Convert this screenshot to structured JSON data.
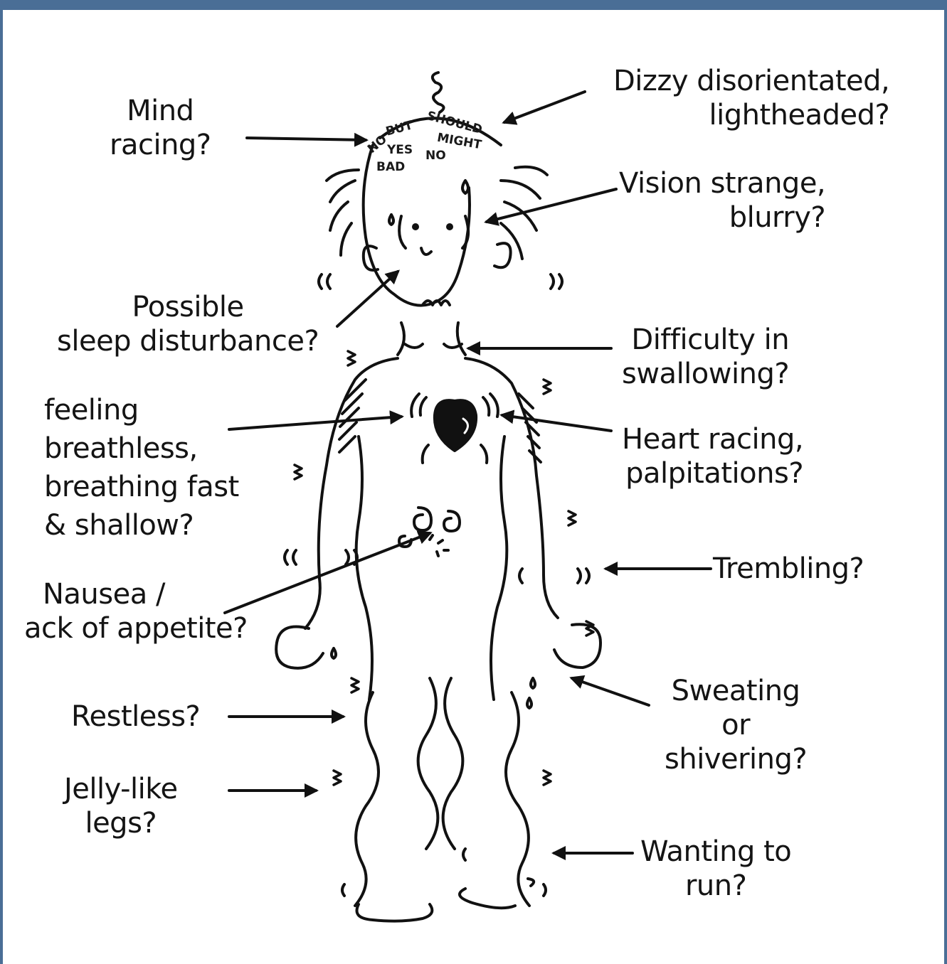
{
  "labels": {
    "mind_racing": [
      "Mind",
      "racing?"
    ],
    "dizzy": [
      "Dizzy disorientated,",
      "lightheaded?"
    ],
    "vision": [
      "Vision strange,",
      "blurry?"
    ],
    "sleep": [
      "Possible",
      "sleep disturbance?"
    ],
    "swallowing": [
      "Difficulty in",
      "swallowing?"
    ],
    "breathless": [
      "feeling",
      "breathless,",
      "breathing fast",
      "& shallow?"
    ],
    "heart": [
      "Heart racing,",
      "palpitations?"
    ],
    "trembling": [
      "Trembling?"
    ],
    "nausea": [
      "Nausea /",
      "ack of appetite?"
    ],
    "sweating": [
      "Sweating",
      "or",
      "shivering?"
    ],
    "restless": [
      "Restless?"
    ],
    "jelly_legs": [
      "Jelly-like",
      "legs?"
    ],
    "run": [
      "Wanting to",
      "run?"
    ]
  },
  "head_words": [
    "NO",
    "BUT",
    "SHOULD",
    "YES",
    "MIGHT",
    "NO",
    "BAD"
  ]
}
